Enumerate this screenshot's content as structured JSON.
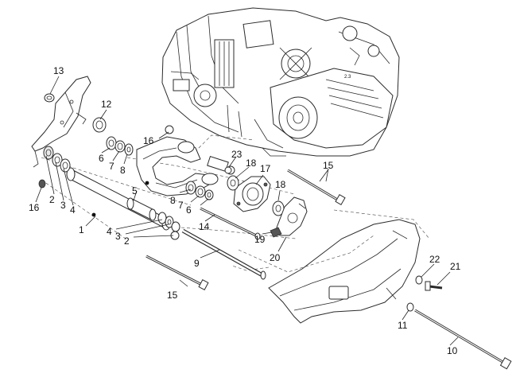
{
  "callouts": [
    {
      "id": "c13",
      "text": "13"
    },
    {
      "id": "c12",
      "text": "12"
    },
    {
      "id": "c16a",
      "text": "16"
    },
    {
      "id": "c6a",
      "text": "6"
    },
    {
      "id": "c7a",
      "text": "7"
    },
    {
      "id": "c8a",
      "text": "8"
    },
    {
      "id": "c23",
      "text": "23"
    },
    {
      "id": "c18a",
      "text": "18"
    },
    {
      "id": "c17",
      "text": "17"
    },
    {
      "id": "c15a",
      "text": "15"
    },
    {
      "id": "c2a",
      "text": "2"
    },
    {
      "id": "c3a",
      "text": "3"
    },
    {
      "id": "c4a",
      "text": "4"
    },
    {
      "id": "c16b",
      "text": "16"
    },
    {
      "id": "c5",
      "text": "5"
    },
    {
      "id": "c8b",
      "text": "8"
    },
    {
      "id": "c7b",
      "text": "7"
    },
    {
      "id": "c6b",
      "text": "6"
    },
    {
      "id": "c18b",
      "text": "18"
    },
    {
      "id": "c1",
      "text": "1"
    },
    {
      "id": "c4b",
      "text": "4"
    },
    {
      "id": "c3b",
      "text": "3"
    },
    {
      "id": "c2b",
      "text": "2"
    },
    {
      "id": "c14",
      "text": "14"
    },
    {
      "id": "c19",
      "text": "19"
    },
    {
      "id": "c20",
      "text": "20"
    },
    {
      "id": "c9",
      "text": "9"
    },
    {
      "id": "c22",
      "text": "22"
    },
    {
      "id": "c21",
      "text": "21"
    },
    {
      "id": "c15b",
      "text": "15"
    },
    {
      "id": "c11",
      "text": "11"
    },
    {
      "id": "c10",
      "text": "10"
    }
  ]
}
